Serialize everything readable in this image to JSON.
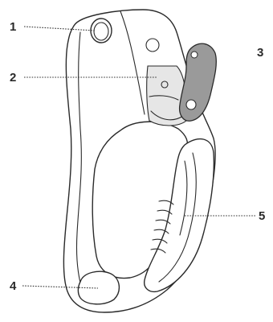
{
  "labels": [
    {
      "id": "1",
      "text": "1"
    },
    {
      "id": "2",
      "text": "2"
    },
    {
      "id": "3",
      "text": "3"
    },
    {
      "id": "4",
      "text": "4"
    },
    {
      "id": "5",
      "text": "5"
    }
  ]
}
